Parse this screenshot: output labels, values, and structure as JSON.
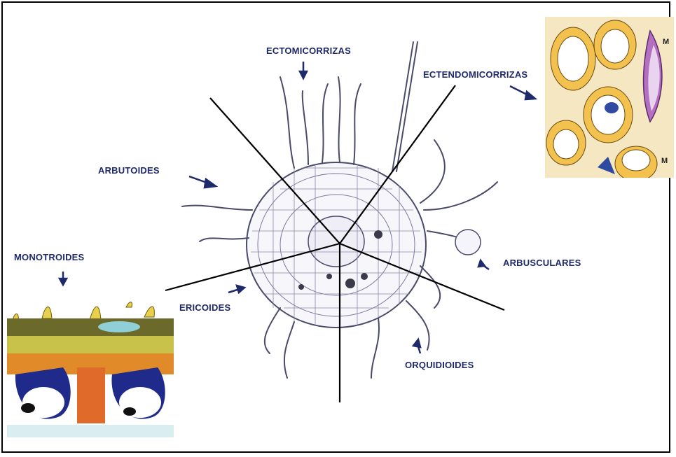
{
  "labels": {
    "ectomicorrizas": "ECTOMICORRIZAS",
    "ectendomicorrizas": "ECTENDOMICORRIZAS",
    "arbutoides": "ARBUTOIDES",
    "monotroides": "MONOTROIDES",
    "ericoides": "ERICOIDES",
    "arbusculares": "ARBUSCULARES",
    "orquidioides": "ORQUIDIOIDES"
  },
  "inset_marks": {
    "m_top": "M",
    "m_bottom": "M"
  },
  "colors": {
    "label": "#1f2a6b",
    "line": "#000000",
    "cell_outline": "#4a4a6a",
    "inset_yellow": "#f2c14e",
    "inset_purple": "#b46fc0",
    "inset_blue": "#2f4aa0"
  }
}
